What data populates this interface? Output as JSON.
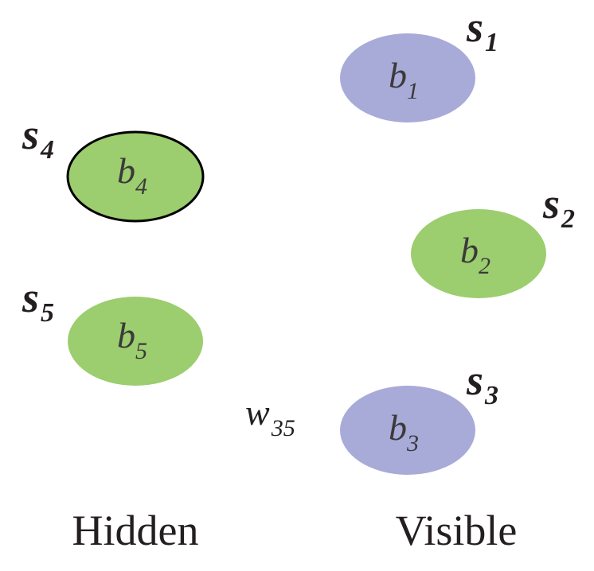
{
  "colors": {
    "visible_unit": "#a8aad8",
    "hidden_unit": "#9ccd6e",
    "outline": "#000000",
    "text": "#231f20"
  },
  "units": [
    {
      "id": "b1",
      "bias": "b",
      "bias_sub": "1",
      "state": "s",
      "state_sub": "1",
      "layer": "visible",
      "fill": "visible_unit",
      "outlined": false
    },
    {
      "id": "b2",
      "bias": "b",
      "bias_sub": "2",
      "state": "s",
      "state_sub": "2",
      "layer": "visible",
      "fill": "hidden_unit",
      "outlined": false
    },
    {
      "id": "b3",
      "bias": "b",
      "bias_sub": "3",
      "state": "s",
      "state_sub": "3",
      "layer": "visible",
      "fill": "visible_unit",
      "outlined": false
    },
    {
      "id": "b4",
      "bias": "b",
      "bias_sub": "4",
      "state": "s",
      "state_sub": "4",
      "layer": "hidden",
      "fill": "hidden_unit",
      "outlined": true
    },
    {
      "id": "b5",
      "bias": "b",
      "bias_sub": "5",
      "state": "s",
      "state_sub": "5",
      "layer": "hidden",
      "fill": "hidden_unit",
      "outlined": false
    }
  ],
  "weight_label": {
    "symbol": "w",
    "sub": "35"
  },
  "groups": {
    "hidden": "Hidden",
    "visible": "Visible"
  }
}
